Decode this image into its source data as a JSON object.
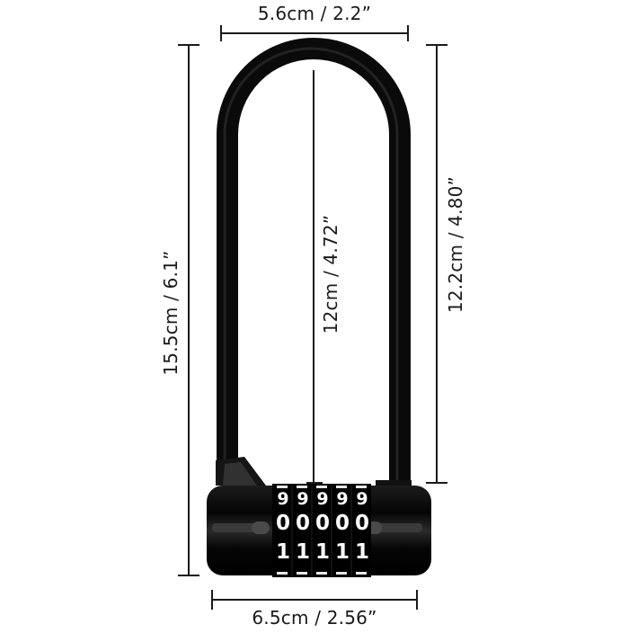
{
  "product": {
    "name": "combination-u-lock",
    "body_color": "#0d0d0d",
    "digit_color": "#ffffff",
    "dial_rows": [
      [
        "9",
        "9",
        "9",
        "9",
        "9"
      ],
      [
        "0",
        "0",
        "0",
        "0",
        "0"
      ],
      [
        "1",
        "1",
        "1",
        "1",
        "1"
      ]
    ]
  },
  "dimensions": {
    "top_width": {
      "label": "5.6cm / 2.2”"
    },
    "bottom_width": {
      "label": "6.5cm / 2.56”"
    },
    "total_height": {
      "label": "15.5cm / 6.1”"
    },
    "inner_height": {
      "label": "12cm / 4.72”"
    },
    "shackle_height": {
      "label": "12.2cm / 4.80”"
    }
  },
  "colors": {
    "line": "#1a1a1a",
    "background": "#ffffff"
  }
}
